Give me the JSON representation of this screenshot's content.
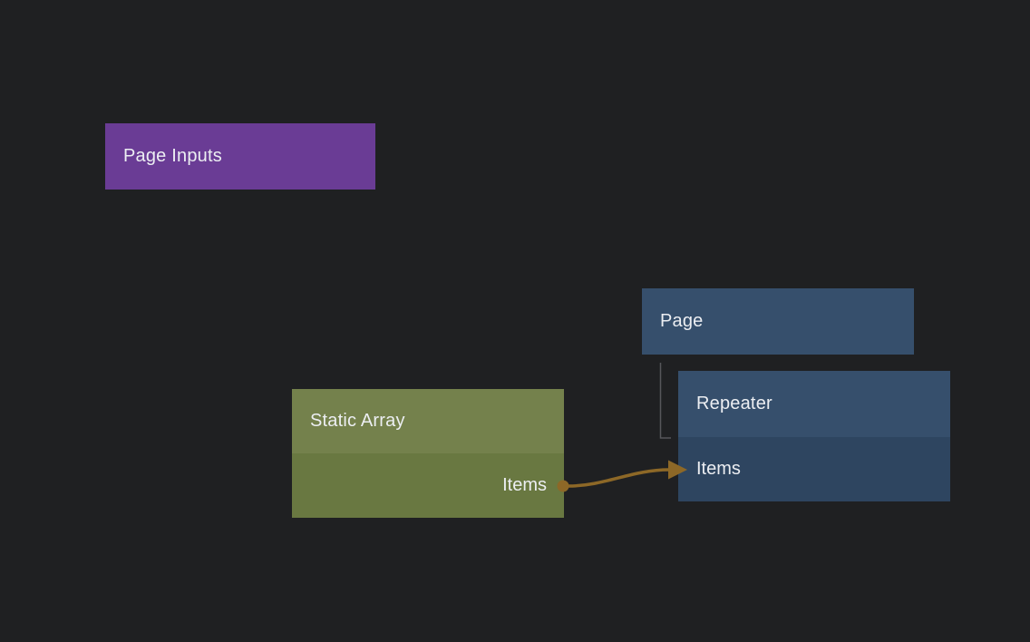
{
  "canvas": {
    "background_color": "#1f2022"
  },
  "nodes": {
    "page_inputs": {
      "title": "Page Inputs",
      "color": "#6a3c95"
    },
    "page": {
      "title": "Page",
      "color": "#364f6c"
    },
    "repeater": {
      "title": "Repeater",
      "header_color": "#364f6c",
      "body_color": "#2e4560",
      "ports": {
        "items": {
          "label": "Items"
        }
      }
    },
    "static_array": {
      "title": "Static Array",
      "header_color": "#74814c",
      "body_color": "#697841",
      "ports": {
        "items": {
          "label": "Items"
        }
      }
    }
  },
  "connections": {
    "wire": {
      "from_node": "Static Array",
      "from_port": "Items",
      "to_node": "Repeater",
      "to_port": "Items",
      "color": "#8d6827"
    },
    "hierarchy": {
      "from_node": "Page",
      "to_node": "Repeater",
      "color": "#56565a"
    }
  },
  "text_color": "#eceef2"
}
